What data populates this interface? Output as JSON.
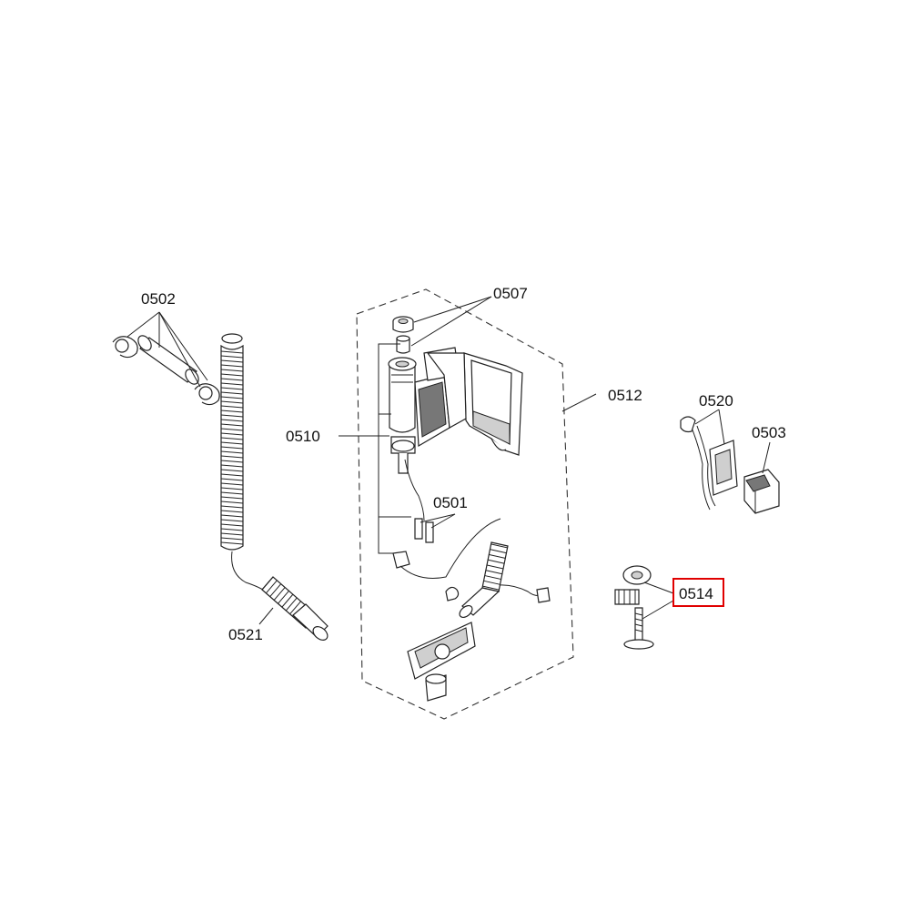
{
  "labels": {
    "p0502": "0502",
    "p0507": "0507",
    "p0510": "0510",
    "p0512": "0512",
    "p0501": "0501",
    "p0520": "0520",
    "p0503": "0503",
    "p0514": "0514",
    "p0521": "0521"
  },
  "highlight": {
    "label": "0514",
    "color": "#e00000"
  }
}
